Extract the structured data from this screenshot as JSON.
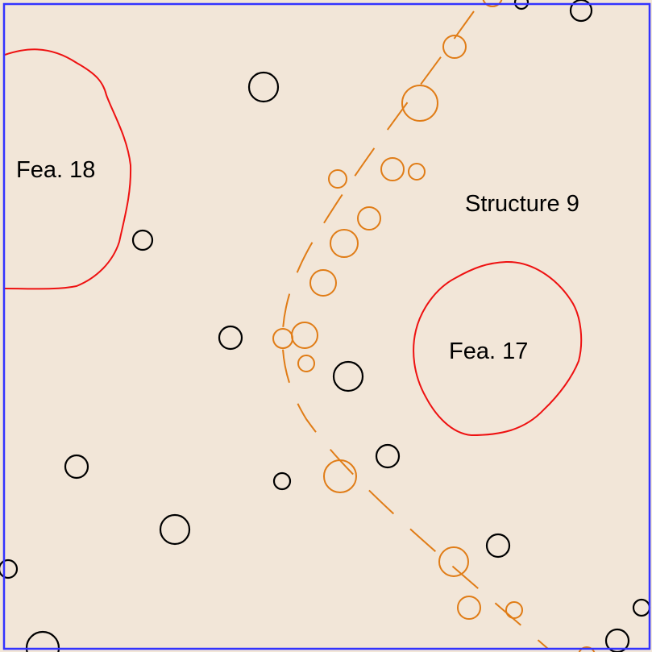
{
  "colors": {
    "background": "#F2E6D8",
    "frame": "#3333FF",
    "feature_outline": "#EE1111",
    "structure_postholes": "#E07C16",
    "other_postholes": "#000000"
  },
  "labels": {
    "feature_18": "Fea. 18",
    "feature_17": "Fea. 17",
    "structure_9": "Structure 9"
  }
}
